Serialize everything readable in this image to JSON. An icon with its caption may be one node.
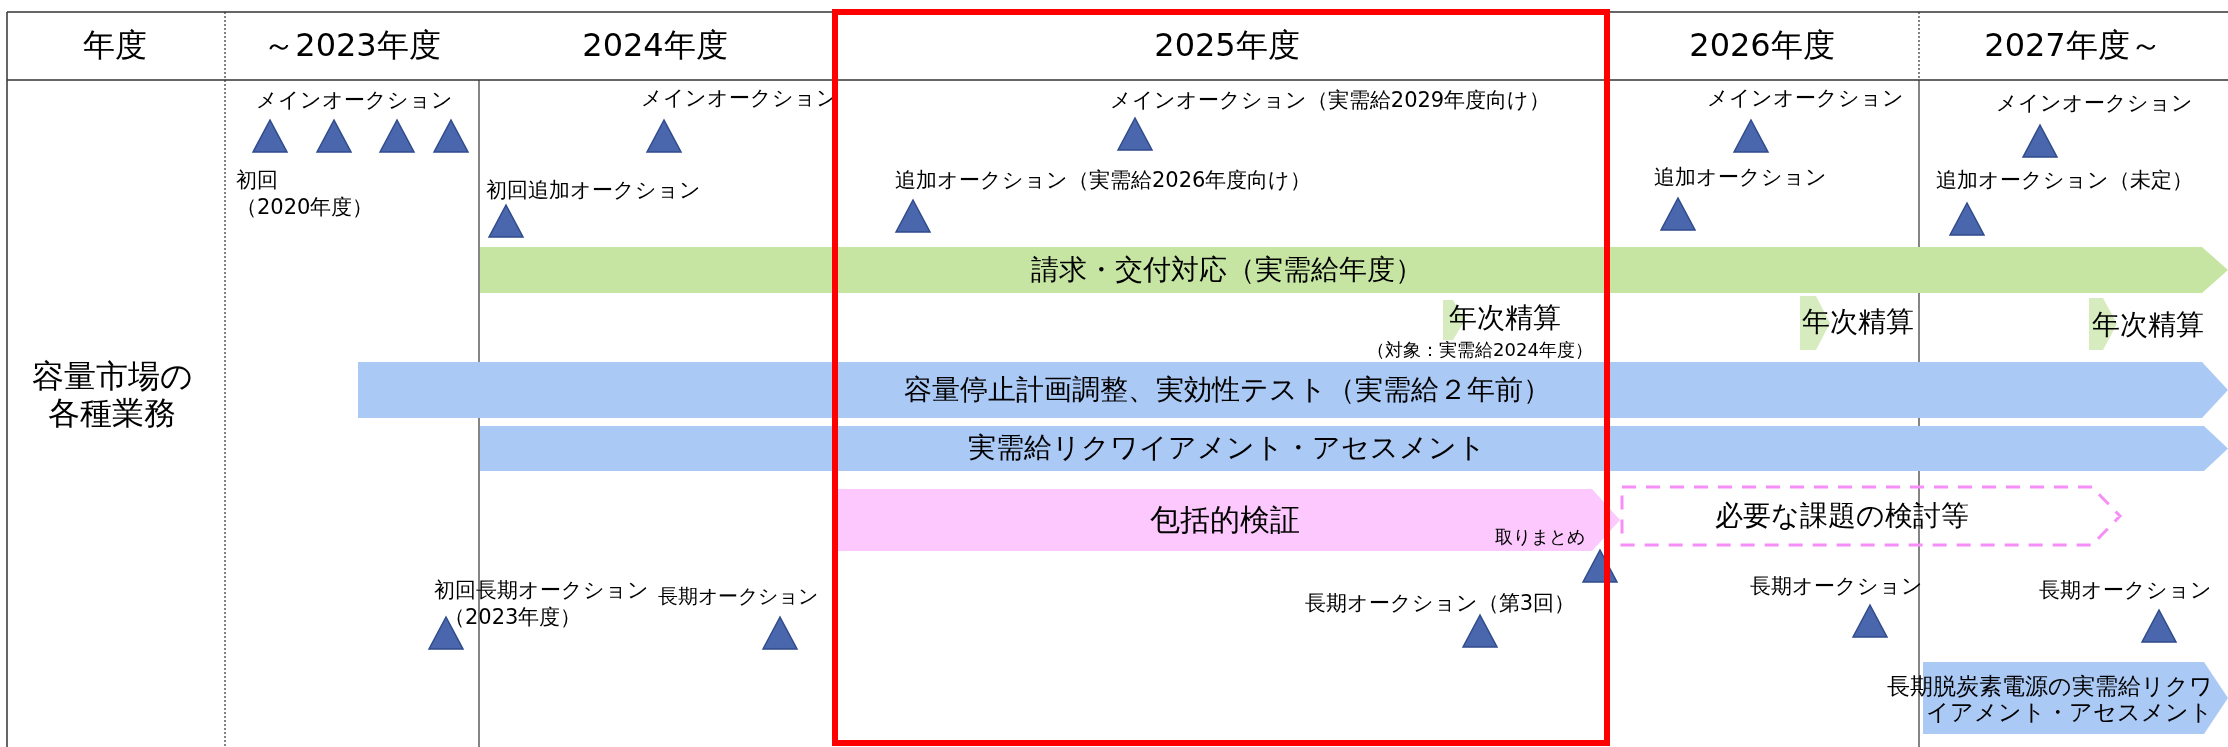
{
  "diagram": {
    "nodes": [
      {
        "text": [
          "請求・交付対応（実需給年度）"
        ]
      },
      {
        "text": [
          "年次精算"
        ],
        "beside": [
          "（対象：実需給2024年度）"
        ]
      },
      {
        "text": [
          "年次精算"
        ]
      },
      {
        "text": [
          "年次精算"
        ]
      },
      {
        "text": [
          "容量停止計画調整、実効性テスト（実需給２年前）"
        ]
      },
      {
        "text": [
          "実需給リクワイアメント・アセスメント"
        ]
      },
      {
        "text": [
          "包括的検証"
        ]
      },
      {
        "text": [
          "必要な課題の検討等"
        ]
      },
      {
        "text": [
          "長期脱炭素電源の実需給リクワイアメント・アセスメント"
        ]
      }
    ],
    "labels": [
      "年度",
      "～2023年度",
      "2024年度",
      "2025年度",
      "2026年度",
      "2027年度～",
      "メインオークション",
      "メインオークション",
      "メインオークション（実需給2029年度向け）",
      "メインオークション",
      "メインオークション",
      "初回",
      "（2020年度）",
      "初回追加オークション",
      "追加オークション（実需給2026年度向け）",
      "追加オークション",
      "追加オークション（未定）",
      "容量市場の各種業務",
      "取りまとめ",
      "初回長期オークション",
      "（2023年度）",
      "長期オークション",
      "長期オークション",
      "長期オークション",
      "長期オークション（第3回）"
    ]
  }
}
